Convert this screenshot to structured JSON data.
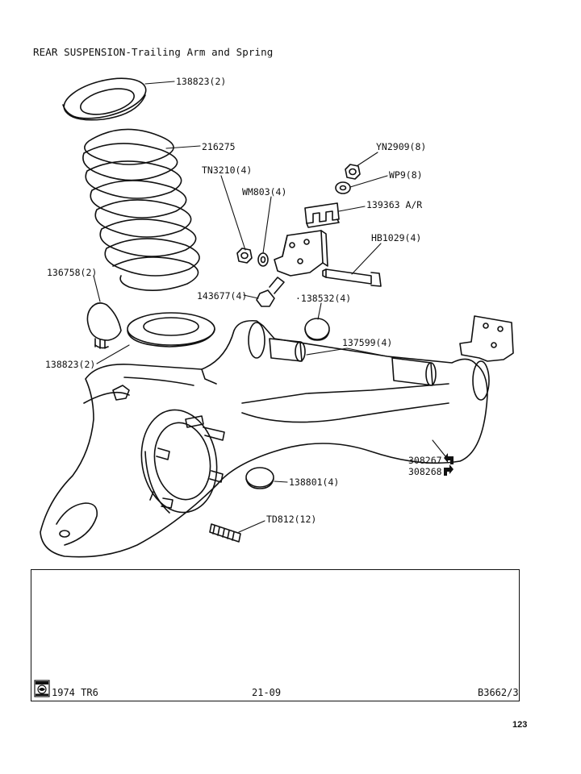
{
  "page": {
    "title": "REAR SUSPENSION-Trailing Arm and Spring",
    "page_number": "123"
  },
  "labels": {
    "p138823_top": "138823(2)",
    "p216275": "216275",
    "pYN2909": "YN2909(8)",
    "pTN3210": "TN3210(4)",
    "pWP9": "WP9(8)",
    "pWM803": "WM803(4)",
    "p139363": "139363 A/R",
    "pHB1029": "HB1029(4)",
    "p136758": "136758(2)",
    "p143677": "143677(4)",
    "p138532": "·138532(4)",
    "p138823_bot": "138823(2)",
    "p137599": "137599(4)",
    "p308267": "308267",
    "p308268": "308268",
    "p138801": "138801(4)",
    "pTD812": "TD812(12)"
  },
  "footer": {
    "model": "1974 TR6",
    "section": "21-09",
    "ref": "B3662/3"
  }
}
